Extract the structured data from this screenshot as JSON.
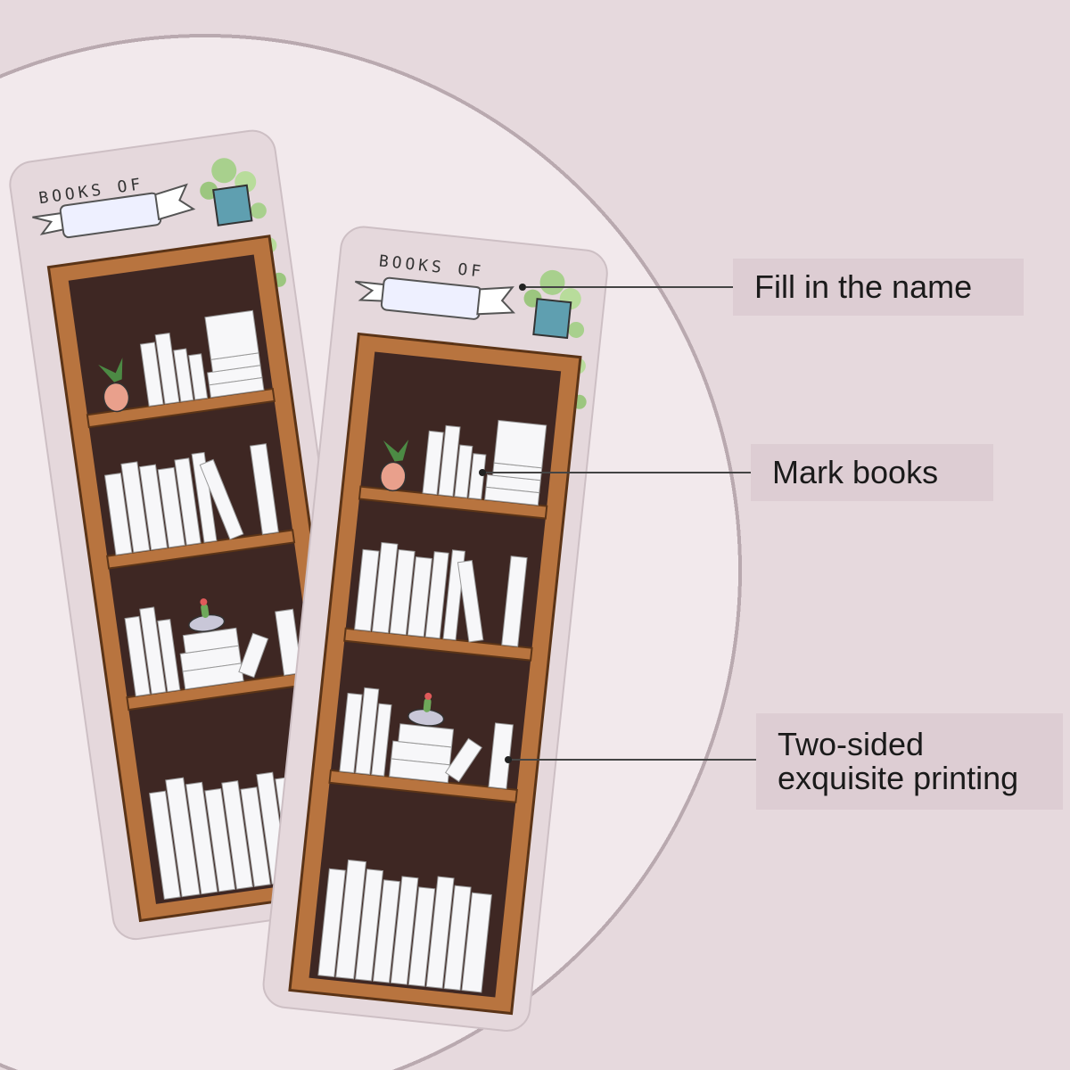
{
  "bookmark": {
    "header_text": "BOOKS OF"
  },
  "callouts": [
    {
      "label": "Fill in the name"
    },
    {
      "label": "Mark books"
    },
    {
      "label": "Two-sided exquisite printing",
      "line1": "Two-sided",
      "line2": "exquisite printing"
    }
  ],
  "colors": {
    "background": "#f2e9ec",
    "callout_fill": "#ddcdd3",
    "shelf_wood": "#b8743f",
    "shelf_back": "#3e2723",
    "book": "#f7f7f9",
    "bookmark_card": "#e5d8dc"
  }
}
